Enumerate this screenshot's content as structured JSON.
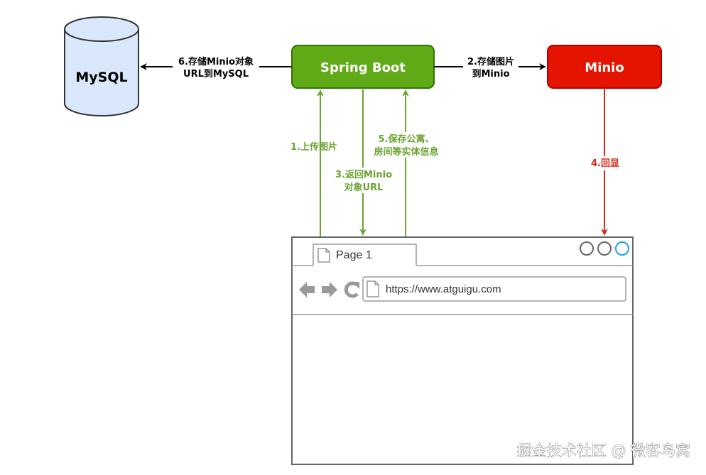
{
  "nodes": {
    "mysql": {
      "label": "MySQL"
    },
    "spring_boot": {
      "label": "Spring Boot"
    },
    "minio": {
      "label": "Minio"
    }
  },
  "edges": {
    "e1": {
      "label": "1.上传图片"
    },
    "e2": {
      "lines": [
        "2.存储图片",
        "到Minio"
      ]
    },
    "e3": {
      "lines": [
        "3.返回Minio",
        "对象URL"
      ]
    },
    "e4": {
      "label": "4.回显"
    },
    "e5": {
      "lines": [
        "5.保存公寓、",
        "房间等实体信息"
      ]
    },
    "e6": {
      "lines": [
        "6.存储Minio对象",
        "URL到MySQL"
      ]
    }
  },
  "browser": {
    "tab_label": "Page 1",
    "url": "https://www.atguigu.com"
  },
  "watermark": "掘金技术社区 @ 微客鸟窝",
  "colors": {
    "spring_fill": "#60a917",
    "spring_stroke": "#2d7600",
    "minio_fill": "#e51400",
    "minio_stroke": "#b20000",
    "db_fill": "#dae8fc",
    "db_stroke": "#333333",
    "green_arrow": "#6aa431",
    "red_arrow": "#d72a16"
  }
}
